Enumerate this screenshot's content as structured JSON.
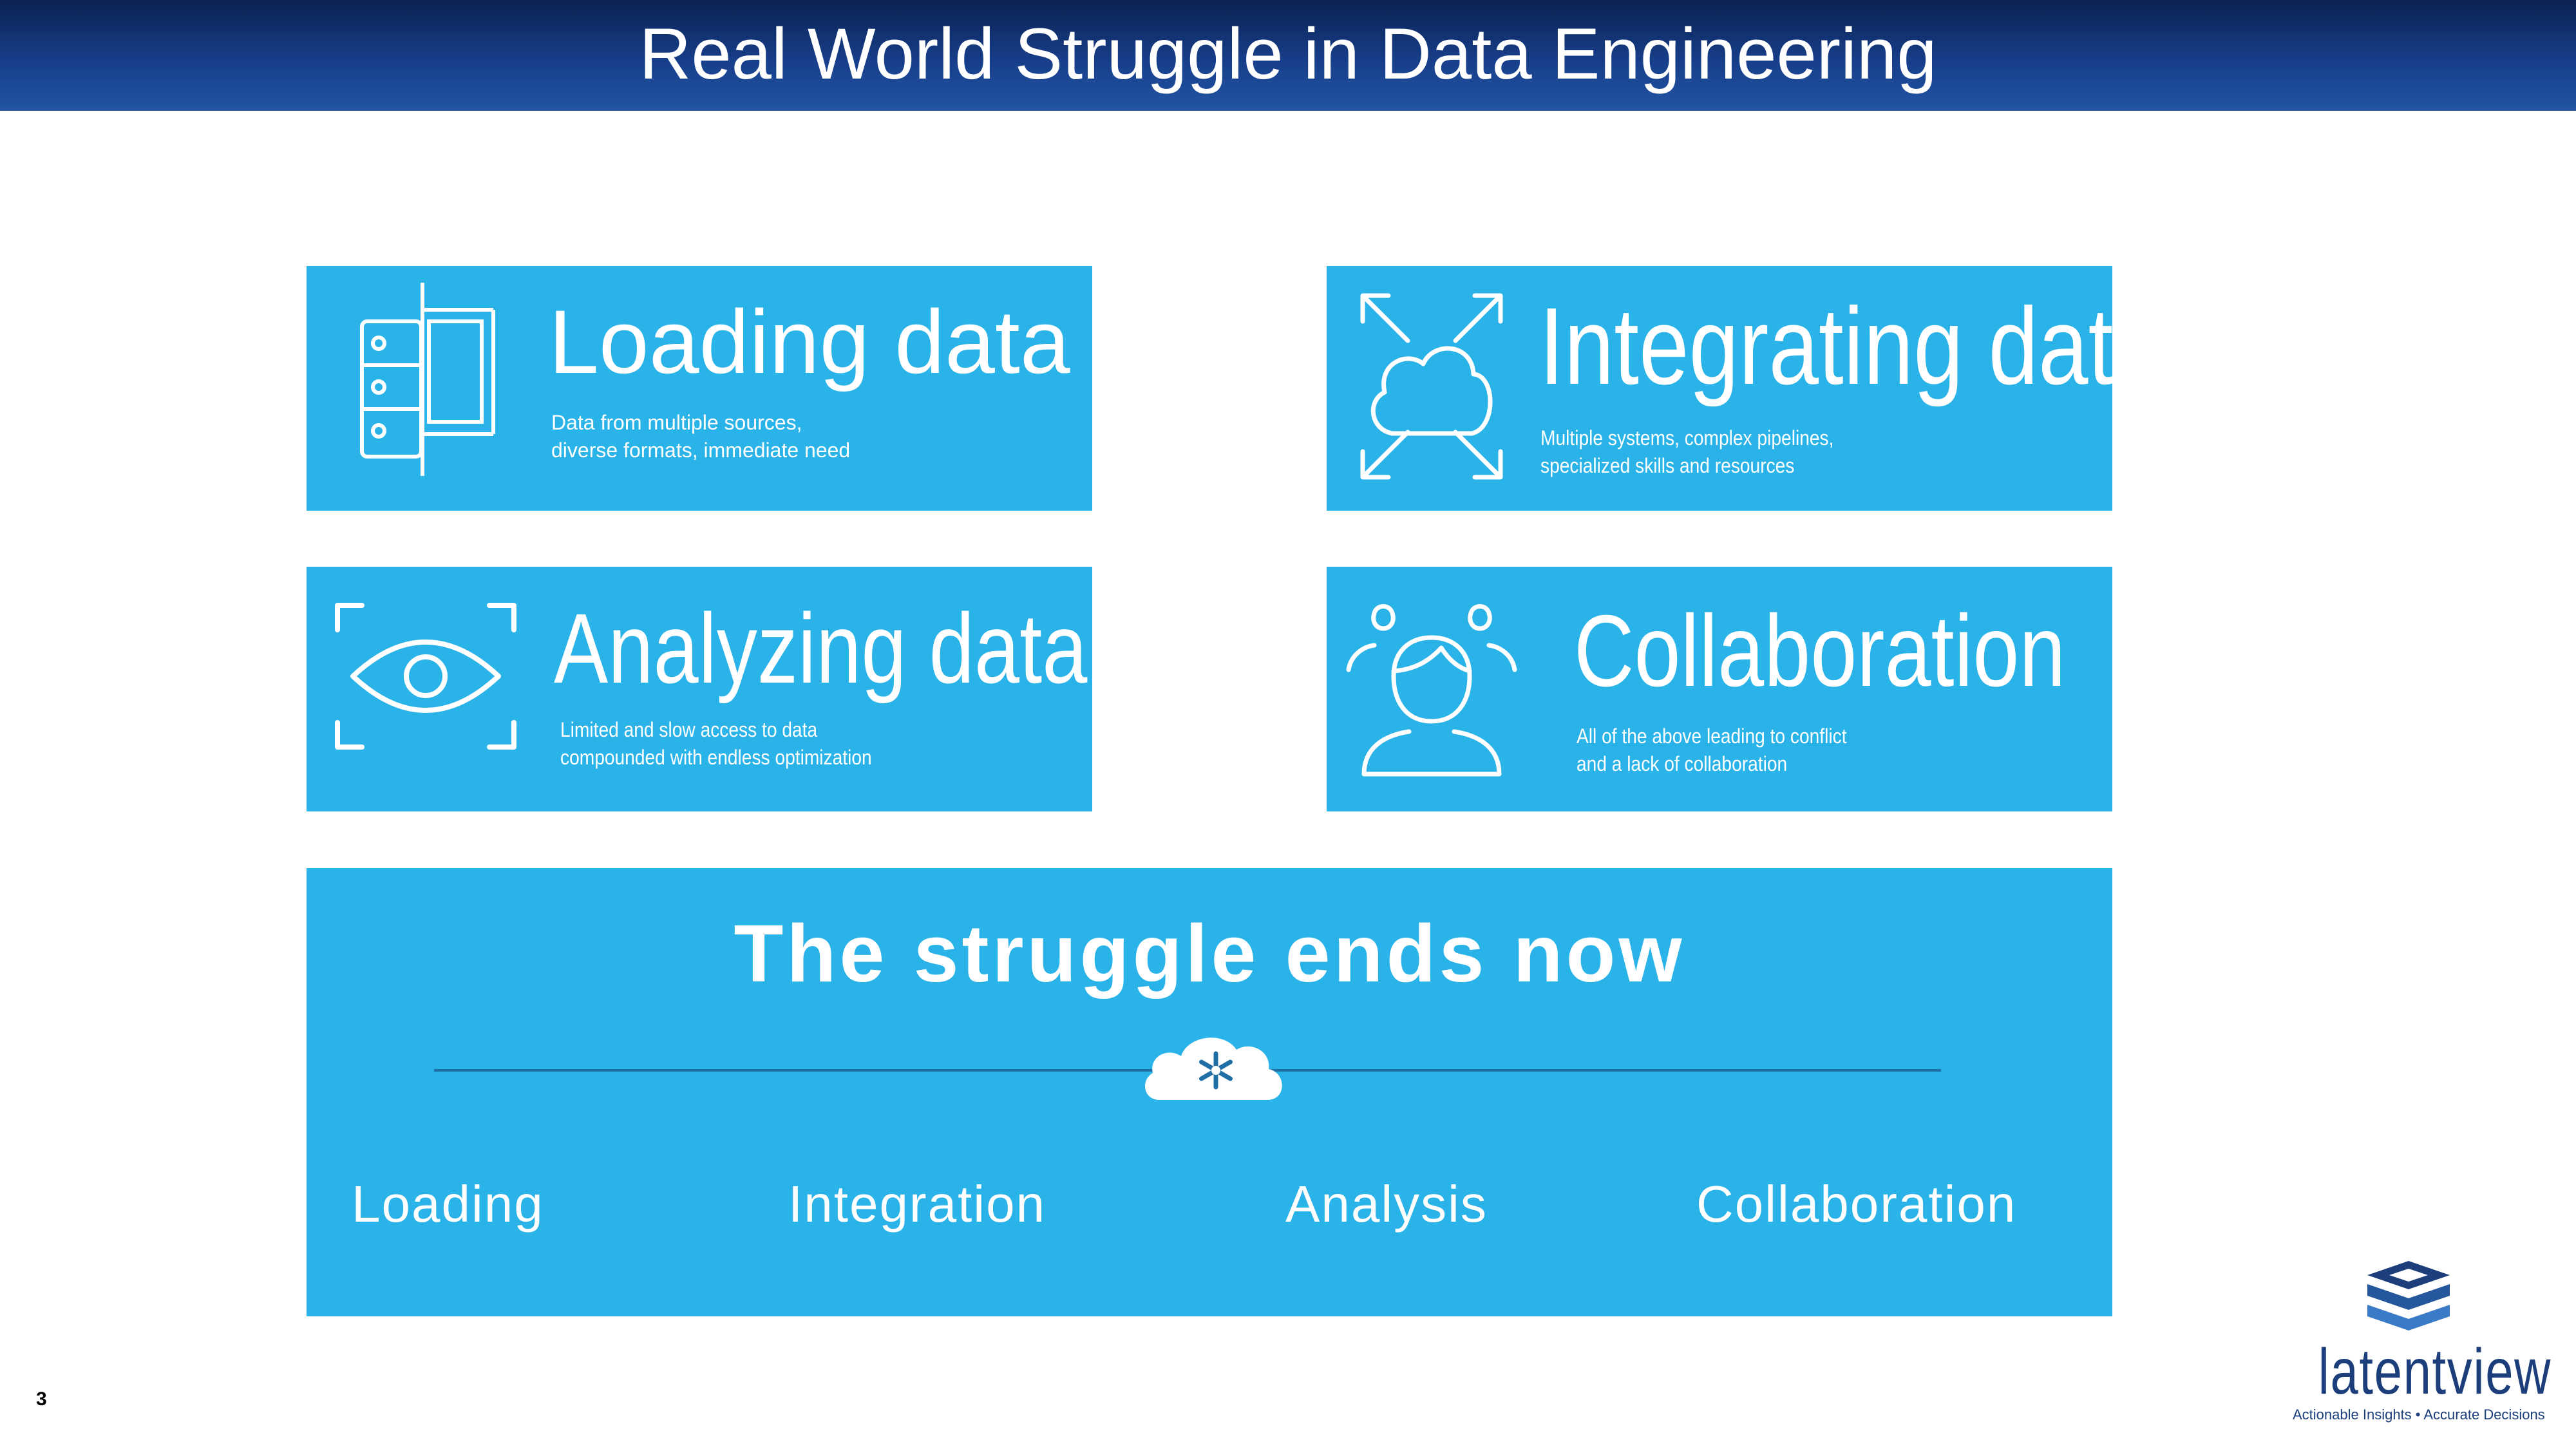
{
  "header": {
    "title": "Real World Struggle in Data Engineering"
  },
  "cards": [
    {
      "title": "Loading data",
      "lines": [
        "Data from multiple sources,",
        "diverse formats, immediate need"
      ],
      "icon": "database-server-icon"
    },
    {
      "title": "Integrating data",
      "lines": [
        "Multiple systems, complex pipelines,",
        "specialized skills and resources"
      ],
      "icon": "cloud-arrows-icon"
    },
    {
      "title": "Analyzing data",
      "lines": [
        "Limited and slow access to data",
        "compounded with endless optimization"
      ],
      "icon": "eye-scan-icon"
    },
    {
      "title": "Collaboration",
      "lines": [
        "All of the above leading to conflict",
        "and a lack of collaboration"
      ],
      "icon": "people-icon"
    }
  ],
  "banner": {
    "title": "The struggle ends now",
    "icon": "snowflake-cloud-icon",
    "steps": [
      "Loading",
      "Integration",
      "Analysis",
      "Collaboration"
    ]
  },
  "footer": {
    "page_number": "3"
  },
  "logo": {
    "wordmark": "latentview",
    "tagline": "Actionable Insights • Accurate Decisions"
  },
  "colors": {
    "header_dark": "#0b2150",
    "header_light": "#2255a4",
    "card": "#29b3e8",
    "logo": "#1c3f7c"
  }
}
